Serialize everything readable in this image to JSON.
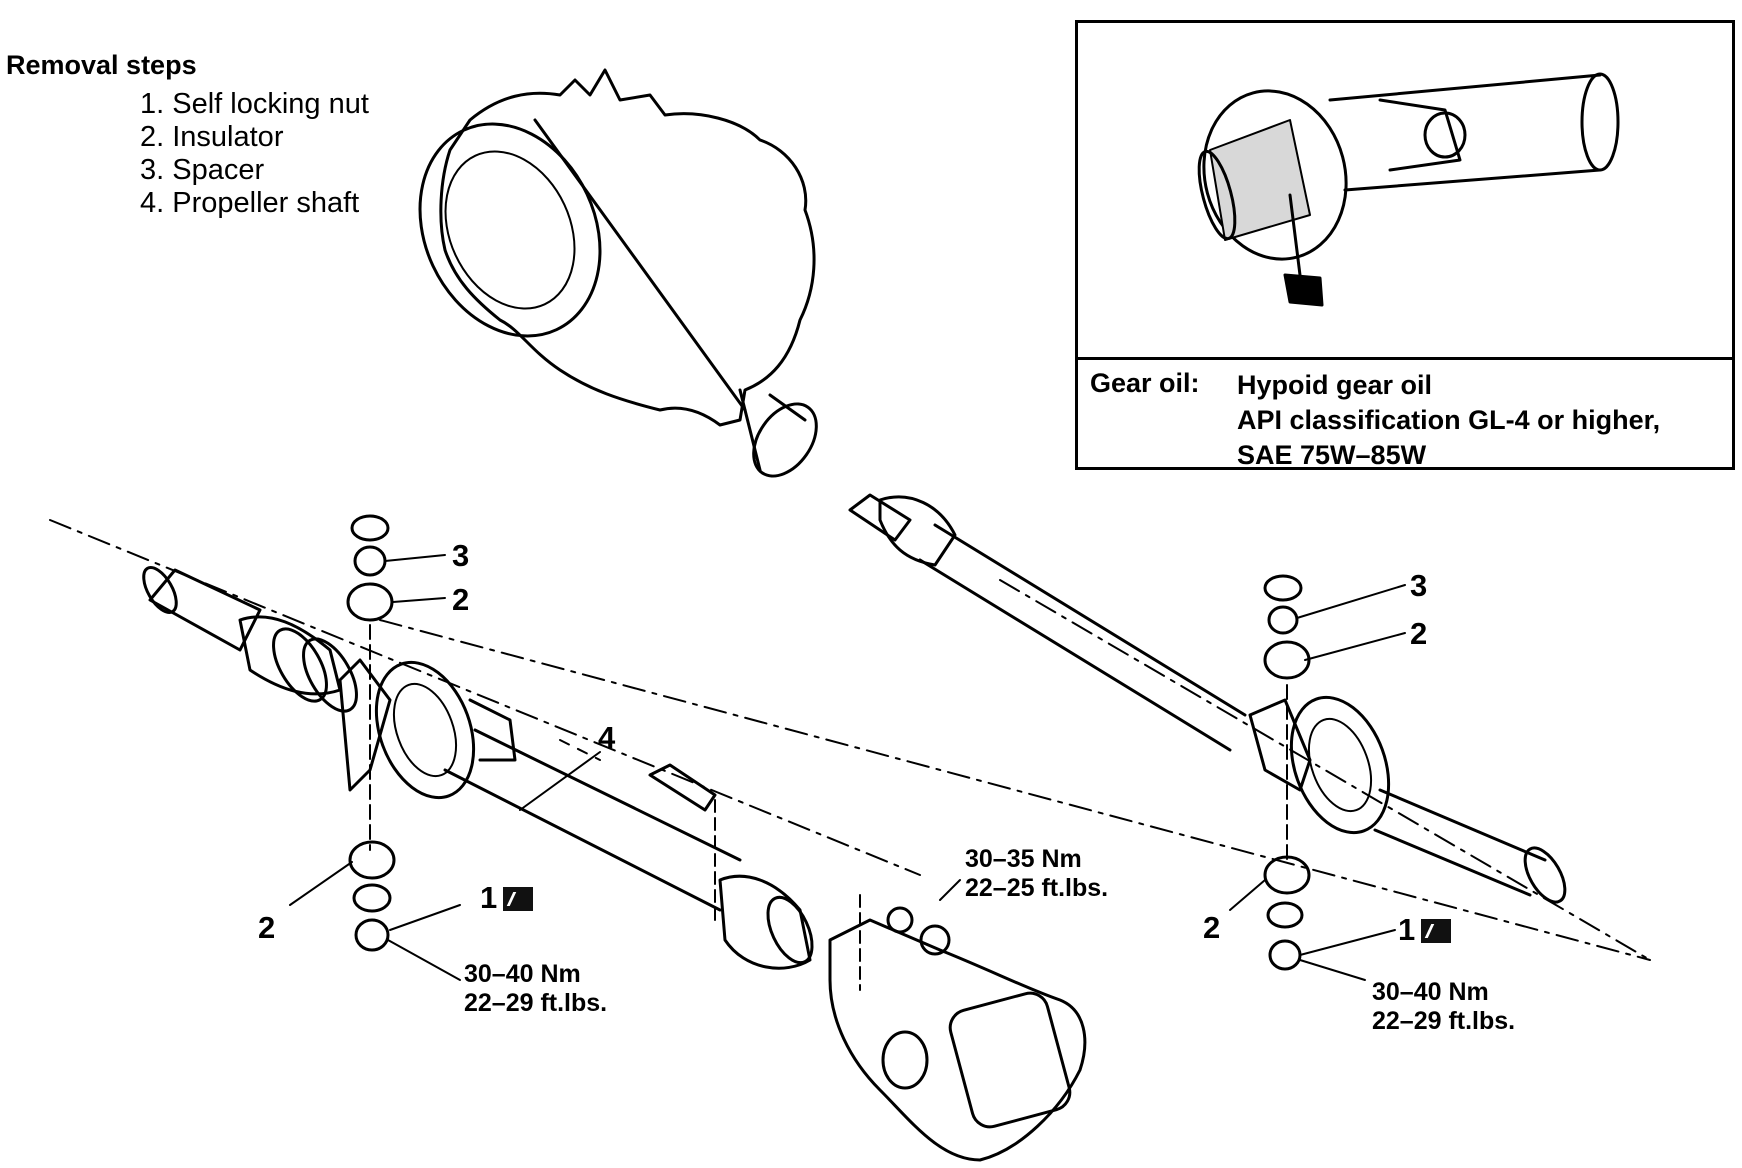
{
  "removal": {
    "title": "Removal steps",
    "steps": [
      "1. Self locking nut",
      "2. Insulator",
      "3. Spacer",
      "4. Propeller shaft"
    ]
  },
  "gear_oil": {
    "label": "Gear oil:",
    "lines": [
      "Hypoid gear oil",
      "API classification GL-4 or higher,",
      "SAE 75W–85W"
    ]
  },
  "callouts": {
    "left_3": "3",
    "left_2_top": "2",
    "left_4": "4",
    "left_2_bottom": "2",
    "left_1": "1",
    "right_3": "3",
    "right_2_top": "2",
    "right_2_bottom": "2",
    "right_1": "1"
  },
  "torque": {
    "left_nut_line1": "30–40 Nm",
    "left_nut_line2": "22–29 ft.lbs.",
    "rear_line1": "30–35 Nm",
    "rear_line2": "22–25 ft.lbs.",
    "right_nut_line1": "30–40 Nm",
    "right_nut_line2": "22–29 ft.lbs."
  },
  "icons": {
    "replace_part": "self-locking-nut-replace-icon",
    "oil_application": "oil-can-icon"
  }
}
